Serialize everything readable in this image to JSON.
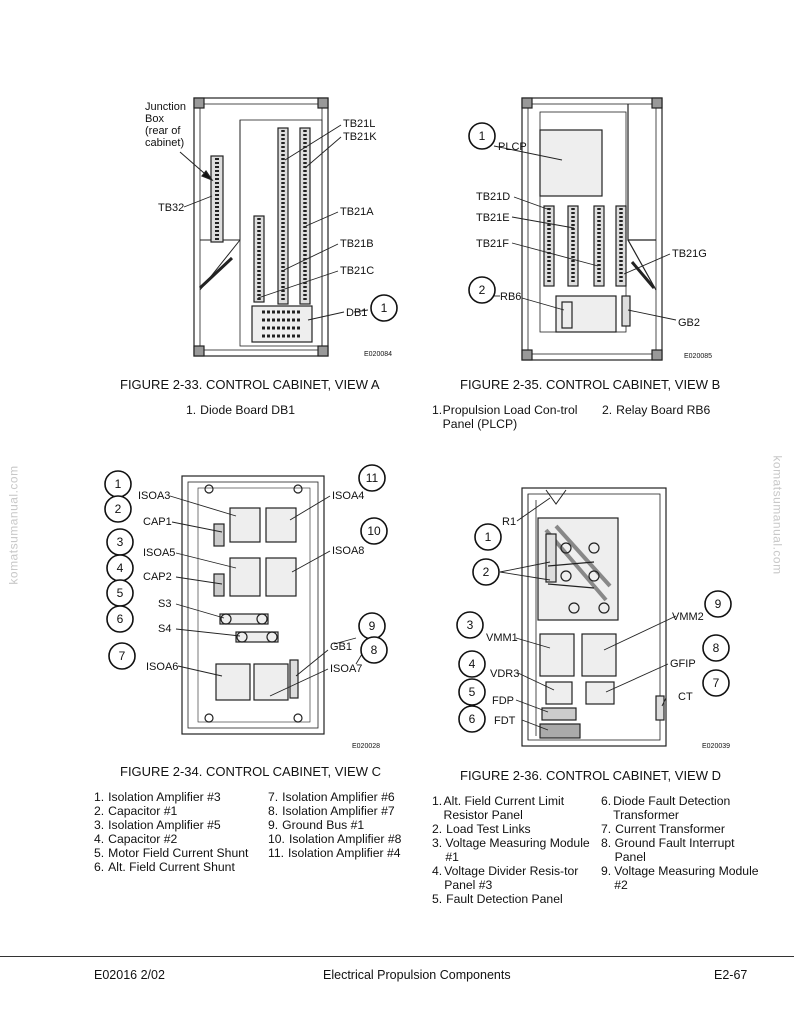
{
  "figures": {
    "fig33": {
      "title": "FIGURE 2-33. CONTROL CABINET, VIEW A",
      "code": "E020084",
      "labels": {
        "junction_box": [
          "Junction",
          "Box",
          "(rear of",
          "cabinet)"
        ],
        "tb32": "TB32",
        "tb21l": "TB21L",
        "tb21k": "TB21K",
        "tb21a": "TB21A",
        "tb21b": "TB21B",
        "tb21c": "TB21C",
        "db1": "DB1"
      },
      "callouts": [
        "1"
      ],
      "legend": [
        {
          "n": "1.",
          "t": "Diode Board DB1"
        }
      ]
    },
    "fig35": {
      "title": "FIGURE 2-35. CONTROL CABINET, VIEW B",
      "code": "E020085",
      "labels": {
        "plcp": "PLCP",
        "tb21d": "TB21D",
        "tb21e": "TB21E",
        "tb21f": "TB21F",
        "tb21g": "TB21G",
        "rb6": "RB6",
        "gb2": "GB2"
      },
      "callouts": [
        "1",
        "2"
      ],
      "legend": [
        {
          "n": "1.",
          "t": "Propulsion Load Con-trol Panel (PLCP)"
        },
        {
          "n": "2.",
          "t": "Relay Board RB6"
        }
      ]
    },
    "fig34": {
      "title": "FIGURE 2-34. CONTROL CABINET, VIEW C",
      "code": "E020028",
      "labels": {
        "isoa3": "ISOA3",
        "cap1": "CAP1",
        "isoa5": "ISOA5",
        "cap2": "CAP2",
        "s3": "S3",
        "s4": "S4",
        "isoa6": "ISOA6",
        "isoa4": "ISOA4",
        "isoa8": "ISOA8",
        "gb1": "GB1",
        "isoa7": "ISOA7"
      },
      "callouts": [
        "1",
        "2",
        "3",
        "4",
        "5",
        "6",
        "7",
        "11",
        "10",
        "9",
        "8"
      ],
      "legend_left": [
        {
          "n": "1.",
          "t": "Isolation Amplifier #3"
        },
        {
          "n": "2.",
          "t": "Capacitor #1"
        },
        {
          "n": "3.",
          "t": "Isolation Amplifier #5"
        },
        {
          "n": "4.",
          "t": "Capacitor #2"
        },
        {
          "n": "5.",
          "t": "Motor Field Current Shunt"
        },
        {
          "n": "6.",
          "t": "Alt. Field Current Shunt"
        }
      ],
      "legend_right": [
        {
          "n": "7.",
          "t": "Isolation Amplifier #6"
        },
        {
          "n": "8.",
          "t": "Isolation Amplifier #7"
        },
        {
          "n": "9.",
          "t": "Ground Bus #1"
        },
        {
          "n": "10.",
          "t": "Isolation Amplifier #8"
        },
        {
          "n": "11.",
          "t": "Isolation Amplifier #4"
        }
      ]
    },
    "fig36": {
      "title": "FIGURE 2-36. CONTROL CABINET, VIEW D",
      "code": "E020039",
      "labels": {
        "r1": "R1",
        "vmm1": "VMM1",
        "vdr3": "VDR3",
        "fdp": "FDP",
        "fdt": "FDT",
        "vmm2": "VMM2",
        "gfip": "GFIP",
        "ct": "CT"
      },
      "callouts": [
        "1",
        "2",
        "3",
        "4",
        "5",
        "6",
        "9",
        "8",
        "7"
      ],
      "legend_left": [
        {
          "n": "1.",
          "t": "Alt. Field Current Limit Resistor Panel"
        },
        {
          "n": "2.",
          "t": "Load Test Links"
        },
        {
          "n": "3.",
          "t": "Voltage Measuring Module #1"
        },
        {
          "n": "4.",
          "t": "Voltage Divider Resis-tor Panel #3"
        },
        {
          "n": "5.",
          "t": "Fault Detection Panel"
        }
      ],
      "legend_right": [
        {
          "n": "6.",
          "t": "Diode Fault Detection Transformer"
        },
        {
          "n": "7.",
          "t": "Current Transformer"
        },
        {
          "n": "8.",
          "t": "Ground Fault Interrupt Panel"
        },
        {
          "n": "9.",
          "t": "Voltage Measuring Module #2"
        }
      ]
    }
  },
  "watermark": "komatsumanual.com",
  "footer": {
    "left": "E02016 2/02",
    "center": "Electrical Propulsion Components",
    "right": "E2-67"
  }
}
